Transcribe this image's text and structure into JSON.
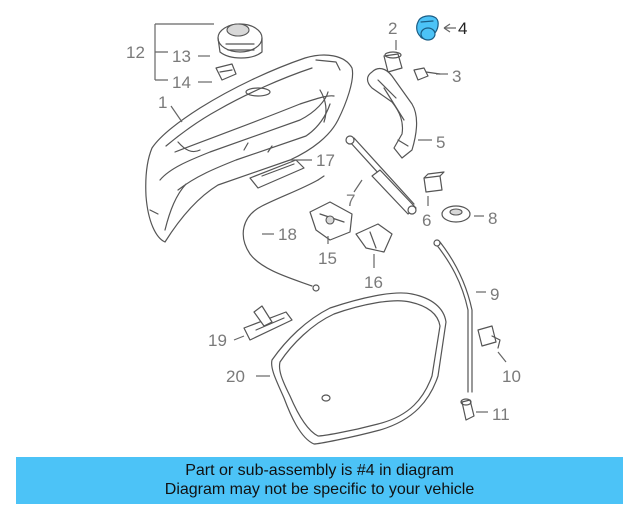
{
  "callouts": [
    {
      "id": "1",
      "text": "1"
    },
    {
      "id": "2",
      "text": "2"
    },
    {
      "id": "3",
      "text": "3"
    },
    {
      "id": "4",
      "text": "4"
    },
    {
      "id": "5",
      "text": "5"
    },
    {
      "id": "6",
      "text": "6"
    },
    {
      "id": "7",
      "text": "7"
    },
    {
      "id": "8",
      "text": "8"
    },
    {
      "id": "9",
      "text": "9"
    },
    {
      "id": "10",
      "text": "10"
    },
    {
      "id": "11",
      "text": "11"
    },
    {
      "id": "12",
      "text": "12"
    },
    {
      "id": "13",
      "text": "13"
    },
    {
      "id": "14",
      "text": "14"
    },
    {
      "id": "15",
      "text": "15"
    },
    {
      "id": "16",
      "text": "16"
    },
    {
      "id": "17",
      "text": "17"
    },
    {
      "id": "18",
      "text": "18"
    },
    {
      "id": "19",
      "text": "19"
    },
    {
      "id": "20",
      "text": "20"
    }
  ],
  "highlight": {
    "part": "4",
    "color": "#4cc3f7"
  },
  "caption": {
    "line1": "Part or sub-assembly is #4 in diagram",
    "line2": "Diagram may not be specific to your vehicle",
    "background": "#4cc3f7"
  }
}
